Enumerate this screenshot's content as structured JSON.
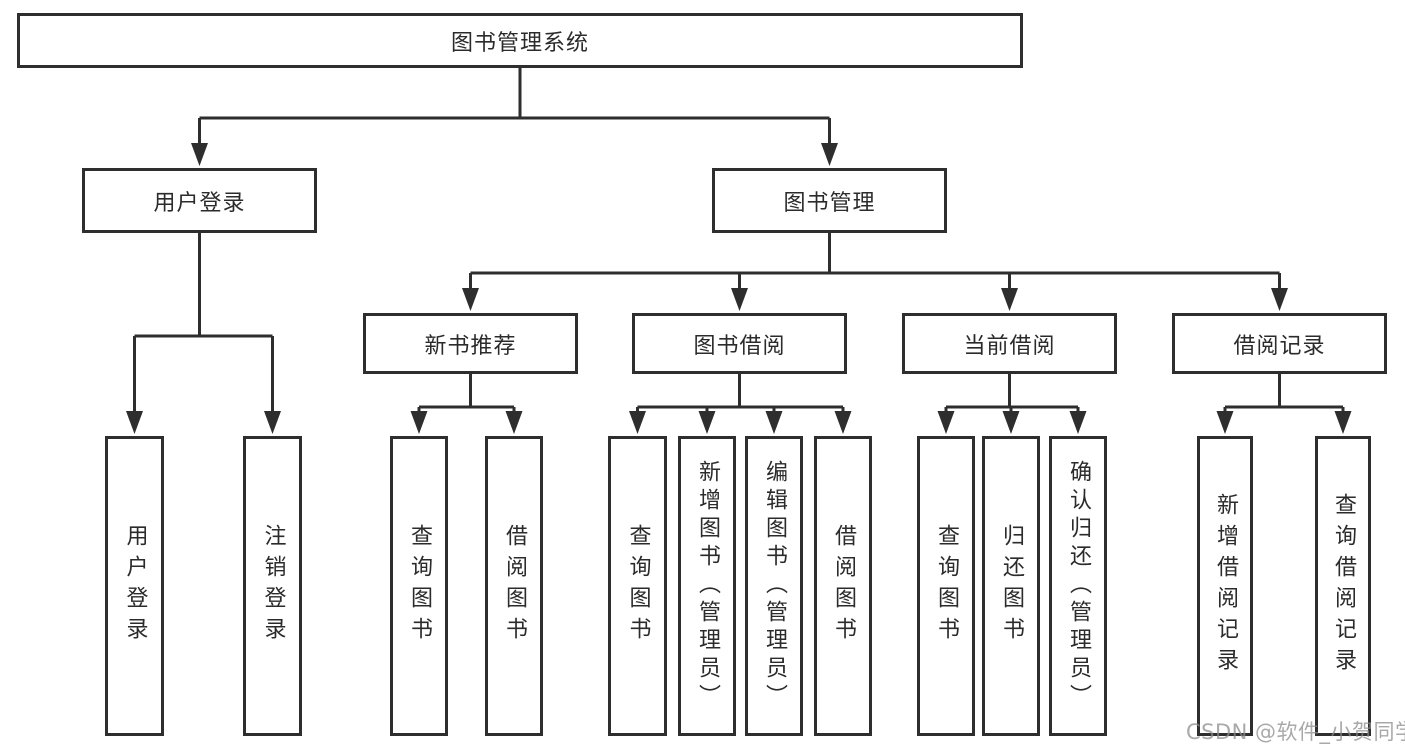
{
  "tree": {
    "root": {
      "label": "图书管理系统"
    },
    "branches": [
      {
        "label": "用户登录",
        "children": [
          {
            "label": "用户登录"
          },
          {
            "label": "注销登录"
          }
        ]
      },
      {
        "label": "图书管理",
        "children": [
          {
            "label": "新书推荐",
            "children": [
              {
                "label": "查询图书"
              },
              {
                "label": "借阅图书"
              }
            ]
          },
          {
            "label": "图书借阅",
            "children": [
              {
                "label": "查询图书"
              },
              {
                "label": "新增图书（管理员）"
              },
              {
                "label": "编辑图书（管理员）"
              },
              {
                "label": "借阅图书"
              }
            ]
          },
          {
            "label": "当前借阅",
            "children": [
              {
                "label": "查询图书"
              },
              {
                "label": "归还图书"
              },
              {
                "label": "确认归还（管理员）"
              }
            ]
          },
          {
            "label": "借阅记录",
            "children": [
              {
                "label": "新增借阅记录"
              },
              {
                "label": "查询借阅记录"
              }
            ]
          }
        ]
      }
    ]
  },
  "watermark": {
    "text": "CSDN @软件_小贺同学"
  },
  "colors": {
    "line": "#2e2e2e",
    "text": "#2b2b2b",
    "box_background": "#ffffff",
    "page_background": "#ffffff",
    "watermark": "#8c8c8c"
  }
}
